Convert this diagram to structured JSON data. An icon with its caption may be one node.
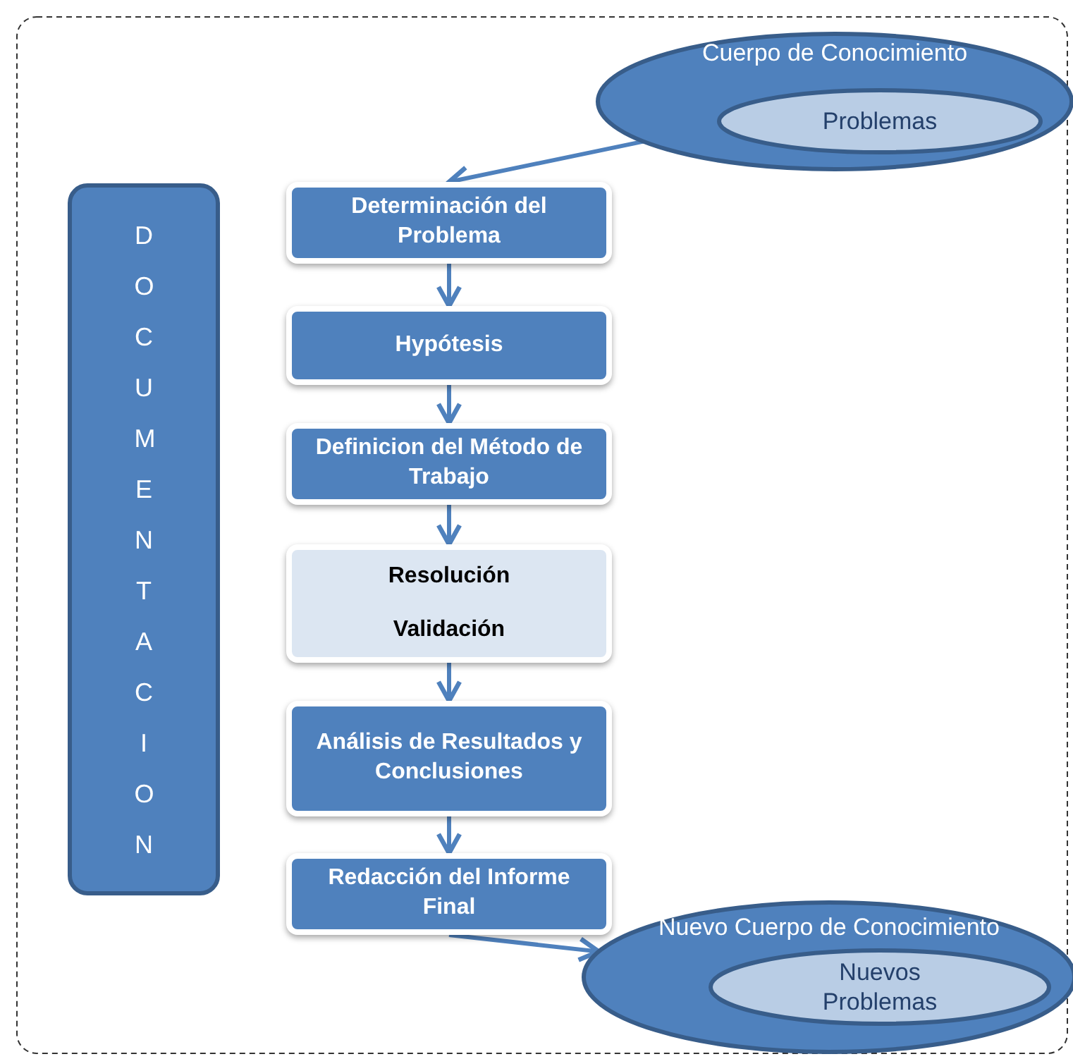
{
  "diagram": {
    "nodes": [
      {
        "text": [
          "Cuerpo de Conocimiento"
        ]
      },
      {
        "text": [
          "Problemas"
        ],
        "in": 0
      },
      {
        "text": [
          "DOCUMENTACION"
        ]
      },
      {
        "text": [
          "Determinación del Problema"
        ]
      },
      {
        "text": [
          "Hypótesis"
        ]
      },
      {
        "text": [
          "Definicion del Método de Trabajo"
        ]
      },
      {
        "text": [
          "Resolución",
          "Validación"
        ]
      },
      {
        "text": [
          "Análisis de Resultados y Conclusiones"
        ]
      },
      {
        "text": [
          "Redacción del Informe Final"
        ]
      },
      {
        "text": [
          "Nuevo Cuerpo de Conocimiento"
        ]
      },
      {
        "text": [
          "Nuevos Problemas"
        ],
        "in": 9
      }
    ],
    "edges": [
      {
        "from": 0,
        "to": 3,
        "arrow": "to"
      },
      {
        "from": 3,
        "to": 4,
        "arrow": "to"
      },
      {
        "from": 4,
        "to": 5,
        "arrow": "to"
      },
      {
        "from": 5,
        "to": 6,
        "arrow": "to"
      },
      {
        "from": 6,
        "to": 7,
        "arrow": "to"
      },
      {
        "from": 7,
        "to": 8,
        "arrow": "to"
      },
      {
        "from": 8,
        "to": 9,
        "arrow": "to"
      }
    ]
  }
}
